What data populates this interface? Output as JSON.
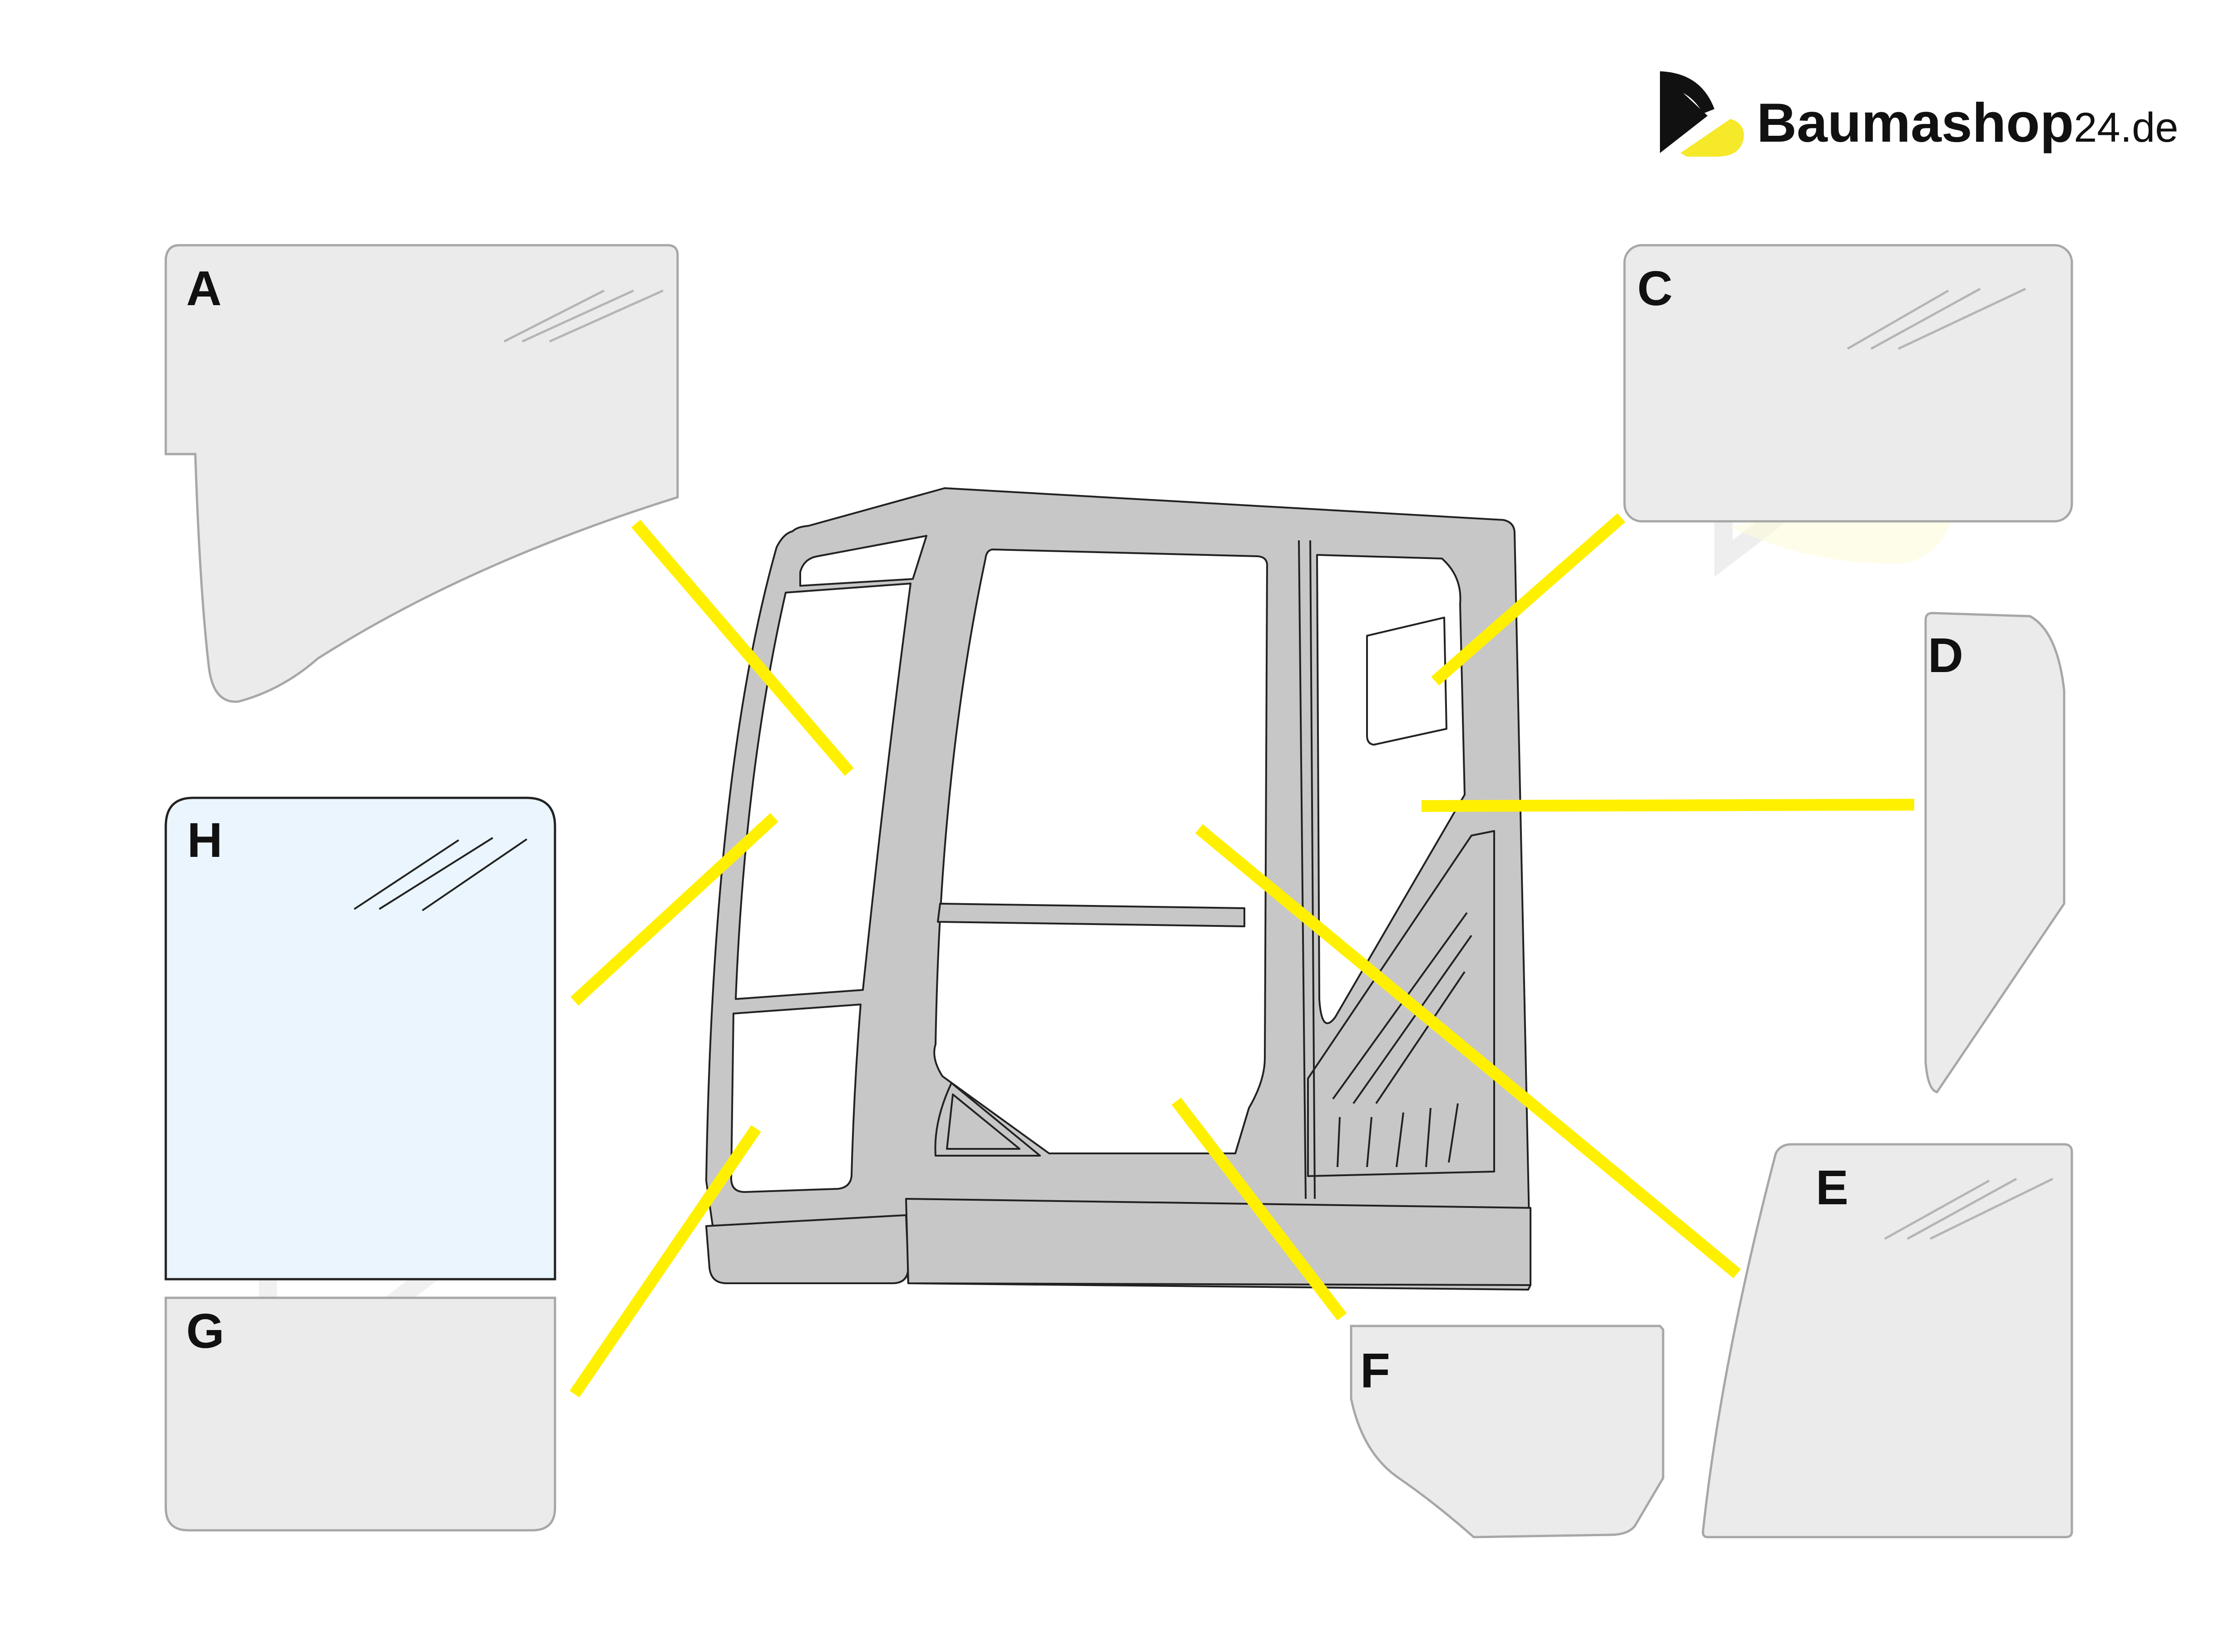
{
  "brand": {
    "name": "Baumashop",
    "tld": "24.de"
  },
  "labels": {
    "a": "A",
    "c": "C",
    "d": "D",
    "e": "E",
    "f": "F",
    "g": "G",
    "h": "H"
  },
  "selected_panel": "H",
  "colors": {
    "leader": "#fff000",
    "panel_fill": "#ebebeb",
    "panel_stroke": "#a7a7a7",
    "selected_fill": "#eaf5fd",
    "cab_fill": "#c7c7c7",
    "glass_fill": "#ffffff",
    "logo_black": "#111111",
    "logo_yellow": "#f5e92a"
  }
}
